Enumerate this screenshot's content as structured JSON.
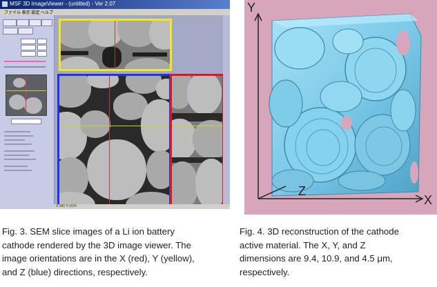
{
  "figure3": {
    "window_title": "MSF 3D ImageViewer - (untitled) - Ver 2.07",
    "menu_text": "ファイル  表示  設定  ヘルプ",
    "status_text": "X:280  Y:1024",
    "caption_lines": [
      "Fig. 3. SEM slice images of a Li ion battery",
      "cathode rendered by the 3D image viewer. The",
      "image orientations are in the X (red), Y (yellow),",
      "and Z (blue) directions, respectively."
    ],
    "pane_colors": {
      "x": "#e8141c",
      "y": "#f2ea12",
      "z": "#1f33e8"
    }
  },
  "figure4": {
    "axis_labels": {
      "y": "Y",
      "x": "X",
      "z": "Z"
    },
    "caption_lines": [
      "Fig. 4. 3D reconstruction of the cathode",
      "active material. The X, Y, and Z",
      "dimensions are 9.4, 10.9, and 4.5 μm,",
      "respectively."
    ],
    "background_color": "#d8a6ba",
    "render_color": "#7fd0ee"
  }
}
